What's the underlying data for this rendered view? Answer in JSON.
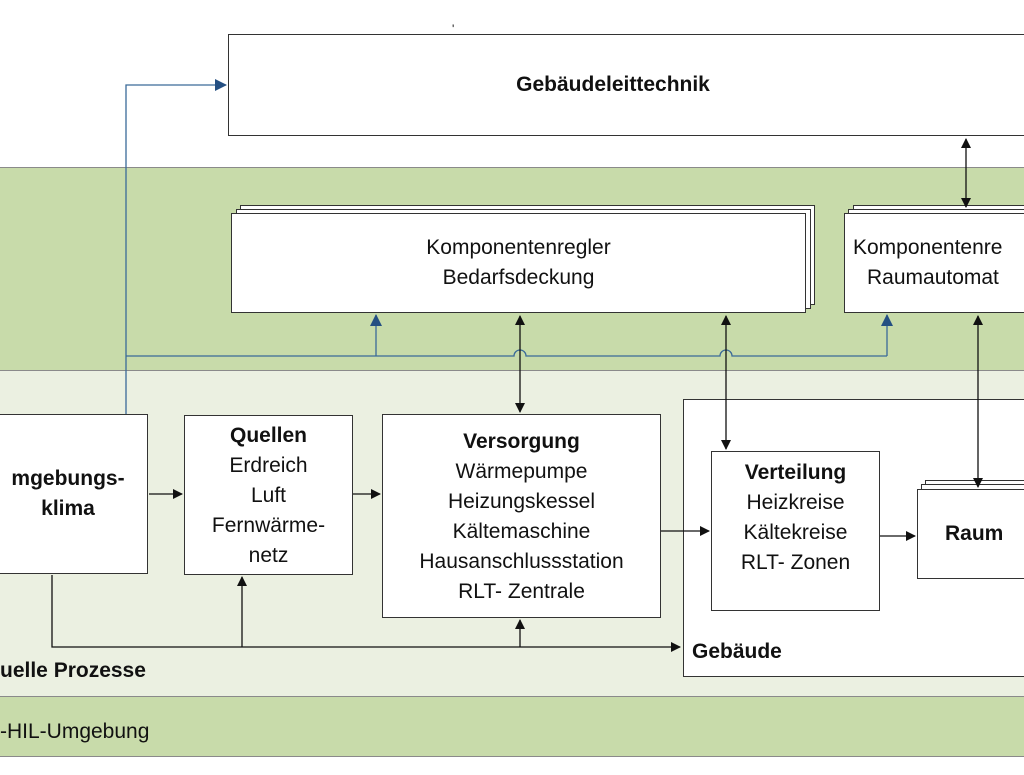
{
  "top_mark": "'",
  "leittechnik": {
    "title": "Gebäudeleittechnik"
  },
  "regler_bedarf": {
    "line1": "Komponentenregler",
    "line2": "Bedarfsdeckung"
  },
  "regler_raum": {
    "line1": "Komponentenre",
    "line2": "Raumautomat"
  },
  "umgebung": {
    "line1": "mgebungs-",
    "line2": "klima"
  },
  "quellen": {
    "title": "Quellen",
    "items": [
      "Erdreich",
      "Luft",
      "Fernwärme-",
      "netz"
    ]
  },
  "versorgung": {
    "title": "Versorgung",
    "items": [
      "Wärmepumpe",
      "Heizungskessel",
      "Kältemaschine",
      "Hausanschlussstation",
      "RLT- Zentrale"
    ]
  },
  "verteilung": {
    "title": "Verteilung",
    "items": [
      "Heizkreise",
      "Kältekreise",
      "RLT- Zonen"
    ]
  },
  "raum": {
    "title": "Raum"
  },
  "gebaeude": {
    "label": "Gebäude"
  },
  "prozesse": {
    "label": "uelle Prozesse"
  },
  "hil": {
    "label": "-HIL-Umgebung"
  },
  "colors": {
    "green_band": "#c8dbaa",
    "light_band": "#ebf0e1",
    "signal_line": "#3a6a99",
    "signal_arrow": "#244f82"
  }
}
